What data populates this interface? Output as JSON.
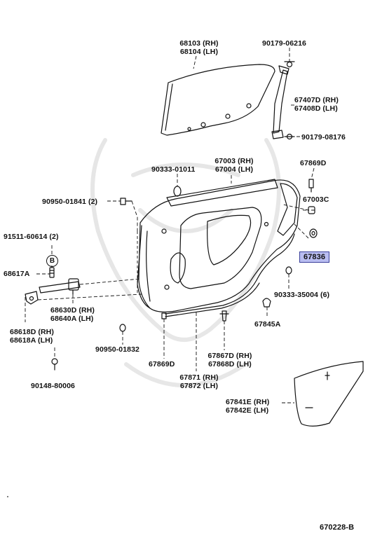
{
  "parts": {
    "p68103": "68103 (RH)",
    "p68104": "68104 (LH)",
    "p90179_06216": "90179-06216",
    "p67407d": "67407D (RH)",
    "p67408d": "67408D (LH)",
    "p90179_08176": "90179-08176",
    "p90333_01011": "90333-01011",
    "p67003": "67003 (RH)",
    "p67004": "67004 (LH)",
    "p67869d_top": "67869D",
    "p90950_01841": "90950-01841 (2)",
    "p67003c": "67003C",
    "p91511_60614": "91511-60614 (2)",
    "p67836": "67836",
    "p68617a": "68617A",
    "p90333_35004": "90333-35004 (6)",
    "p68630d": "68630D (RH)",
    "p68640a": "68640A (LH)",
    "p67845a": "67845A",
    "p68618d": "68618D (RH)",
    "p68618a": "68618A (LH)",
    "p90950_01832": "90950-01832",
    "p67867d": "67867D (RH)",
    "p67868d": "67868D (LH)",
    "p67869d_bot": "67869D",
    "p67871": "67871 (RH)",
    "p67872": "67872 (LH)",
    "p90148_80006": "90148-80006",
    "p67841e": "67841E (RH)",
    "p67842e": "67842E (LH)"
  },
  "callout_b": "B",
  "diagram_code": "670228-B",
  "highlight_color": "#b9bdf0"
}
